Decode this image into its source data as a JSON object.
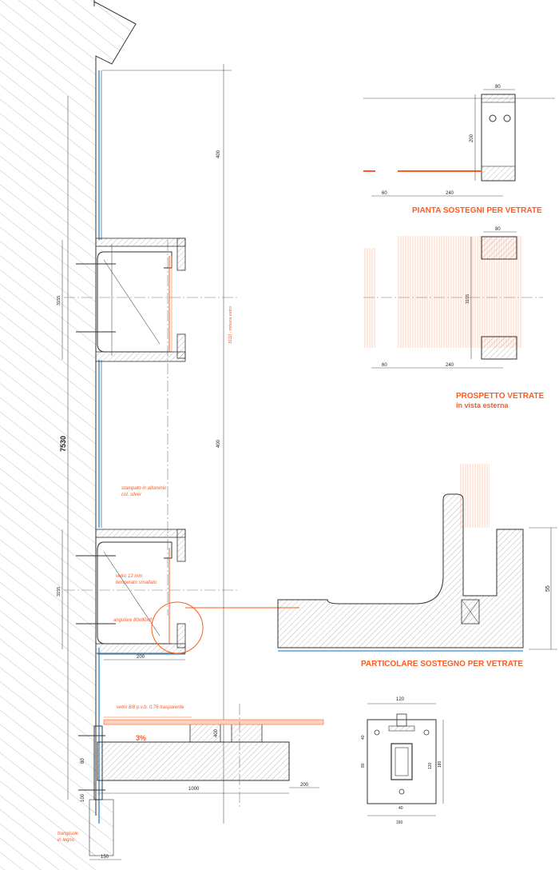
{
  "titles": {
    "plan": "PIANTA SOSTEGNI PER VETRATE",
    "elevation_line1": "PROSPETTO VETRATE",
    "elevation_line2": "in vista esterna",
    "detail": "PARTICOLARE  SOSTEGNO PER VETRATE"
  },
  "notes": {
    "aluminium_1": "stampato in alluminio",
    "aluminium_2": "col. silver",
    "glass_1": "vetro 12 mm",
    "glass_2": "temperato smaltato",
    "angle": "angolare 80x80x8",
    "laminated": "vetro 8/8 p.v.b. 0,76 trasparente",
    "slope": "3%",
    "flashing_1": "frangisole",
    "flashing_2": "in legno",
    "glass_measure": "3110 - misura vetro"
  },
  "dimensions": {
    "total_height": "7530",
    "upper_span": "400",
    "lower_span": "400",
    "bracket_a": "3155",
    "bracket_b": "3155",
    "bracket_width": "200",
    "plan_w": "80",
    "plan_h": "200",
    "plan_offset": "60",
    "plan_span": "240",
    "elev_w": "80",
    "elev_h": "3155",
    "elev_offset": "60",
    "elev_span": "240",
    "detail_h": "55",
    "beam_h": "80",
    "beam_base": "100",
    "beam_len": "1000",
    "beam_end": "200",
    "beam_post": "400",
    "footer_w": "150",
    "section_w": "120",
    "section_h1": "40",
    "section_h2": "80",
    "section_h3": "120",
    "section_h4": "180",
    "section_b1": "40",
    "section_b2": "160"
  },
  "colors": {
    "accent": "#ff5a1f",
    "glass": "#3a8fd8",
    "ink": "#333333"
  }
}
